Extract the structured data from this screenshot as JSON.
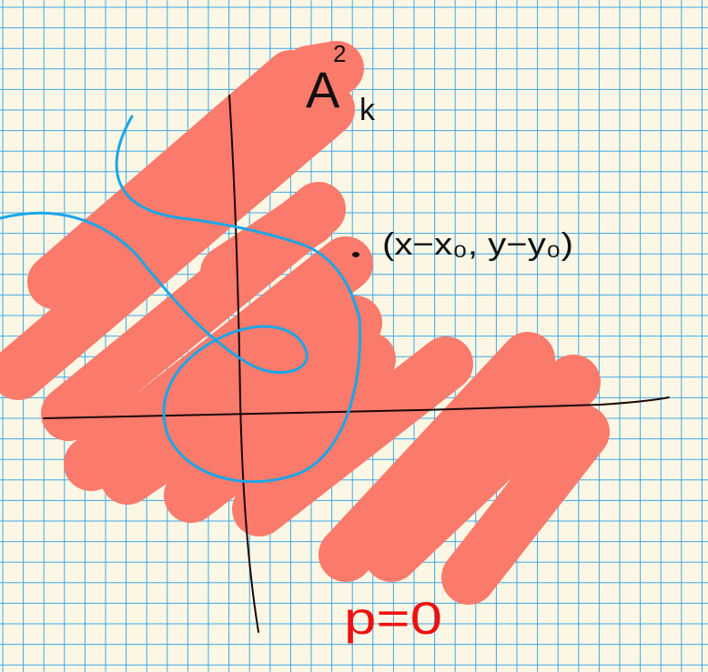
{
  "colors": {
    "paper": "#fbf7e4",
    "grid": "#3ea8e8",
    "fill": "#fa7a6c",
    "curve": "#1aa6e8",
    "axes": "#1a0606",
    "ink": "#111111",
    "accent": "#ee1111"
  },
  "labels": {
    "space": "A",
    "space_superscript": "2",
    "space_subscript": "k",
    "point": "(x−x₀, y−y₀)",
    "equation": "p=0"
  }
}
